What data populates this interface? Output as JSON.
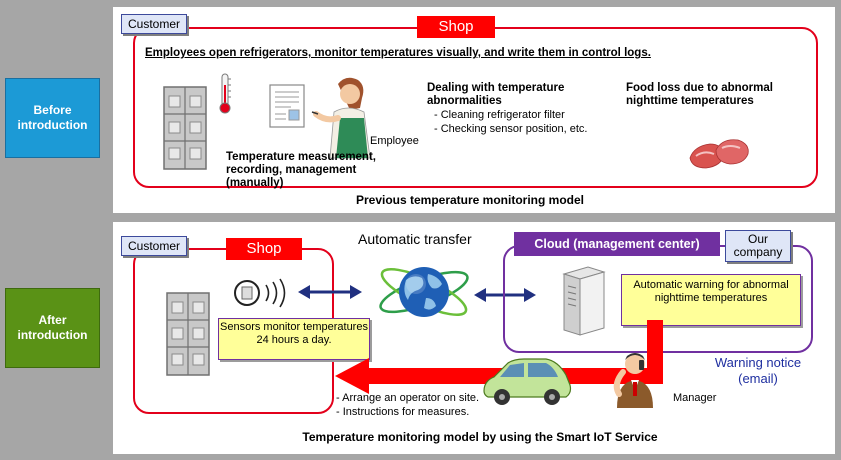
{
  "before": {
    "side_label": "Before introduction",
    "customer_tag": "Customer",
    "shop_tag": "Shop",
    "headline": "Employees open refrigerators, monitor temperatures visually, and write them in control logs.",
    "employee_label": "Employee",
    "measurement_text": "Temperature measurement, recording, management (manually)",
    "dealing_title": "Dealing with temperature abnormalities",
    "dealing_items": [
      "- Cleaning refrigerator filter",
      "- Checking sensor position, etc."
    ],
    "food_loss_text": "Food loss due to abnormal nighttime temperatures",
    "caption": "Previous temperature monitoring model"
  },
  "after": {
    "side_label": "After introduction",
    "customer_tag": "Customer",
    "shop_tag": "Shop",
    "automatic_transfer": "Automatic transfer",
    "cloud_tag": "Cloud (management center)",
    "our_company_tag": "Our company",
    "sensor_note": "Sensors monitor temperatures 24 hours a day.",
    "warning_note": "Automatic warning for abnormal nighttime temperatures",
    "warning_notice": "Warning notice (email)",
    "manager_label": "Manager",
    "operator_items": [
      "- Arrange an operator on site.",
      "- Instructions for measures."
    ],
    "caption": "Temperature monitoring model by using the Smart IoT Service"
  },
  "colors": {
    "before_side": "#1c9ad6",
    "after_side": "#5a9216",
    "shop_red": "#ff0000",
    "cloud_purple": "#7030a0",
    "note_yellow": "#ffff99",
    "arrow_blue": "#203080"
  }
}
